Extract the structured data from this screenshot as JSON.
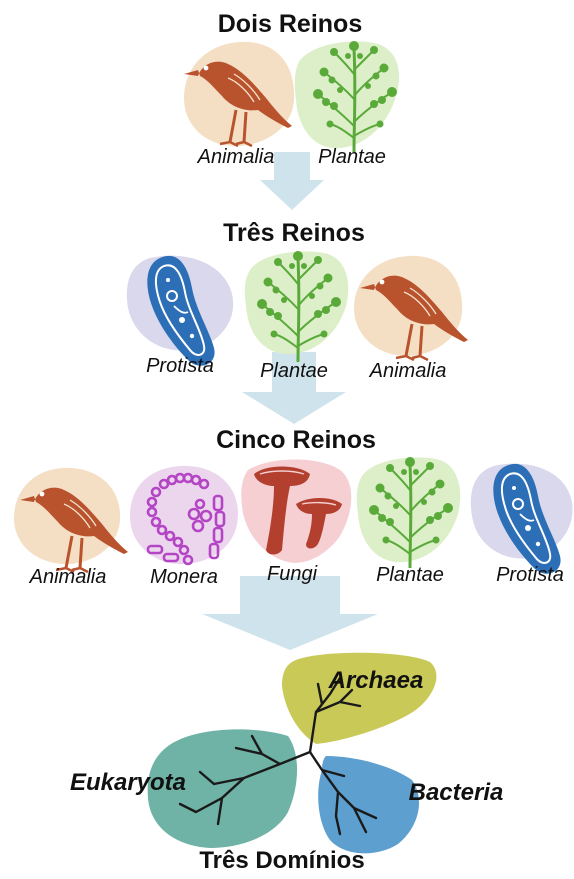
{
  "stage1": {
    "title": "Dois Reinos",
    "kingdoms": [
      {
        "label": "Animalia",
        "icon": "bird-icon",
        "color": "#f4dfc4"
      },
      {
        "label": "Plantae",
        "icon": "plant-icon",
        "color": "#dcefc8"
      }
    ]
  },
  "stage2": {
    "title": "Três Reinos",
    "kingdoms": [
      {
        "label": "Protista",
        "icon": "protist-icon",
        "color": "#d9d8ec"
      },
      {
        "label": "Plantae",
        "icon": "plant-icon",
        "color": "#dcefc8"
      },
      {
        "label": "Animalia",
        "icon": "bird-icon",
        "color": "#f4dfc4"
      }
    ]
  },
  "stage3": {
    "title": "Cinco Reinos",
    "kingdoms": [
      {
        "label": "Animalia",
        "icon": "bird-icon",
        "color": "#f4dfc4"
      },
      {
        "label": "Monera",
        "icon": "bacteria-chain-icon",
        "color": "#ecd6ee"
      },
      {
        "label": "Fungi",
        "icon": "mushroom-icon",
        "color": "#f6cfd2"
      },
      {
        "label": "Plantae",
        "icon": "plant-icon",
        "color": "#dcefc8"
      },
      {
        "label": "Protista",
        "icon": "protist-icon",
        "color": "#d9d8ec"
      }
    ]
  },
  "domains": {
    "title": "Três Domínios",
    "items": [
      {
        "label": "Archaea",
        "color": "#c9c958"
      },
      {
        "label": "Eukaryota",
        "color": "#6fb3a6"
      },
      {
        "label": "Bacteria",
        "color": "#5d9fcf"
      }
    ]
  },
  "colors": {
    "arrow": "#cfe3ec",
    "bird": "#b9532e",
    "plant": "#5aaa3a",
    "protist": "#2d6fb7",
    "monera": "#b445c4",
    "fungi": "#b3402f"
  }
}
